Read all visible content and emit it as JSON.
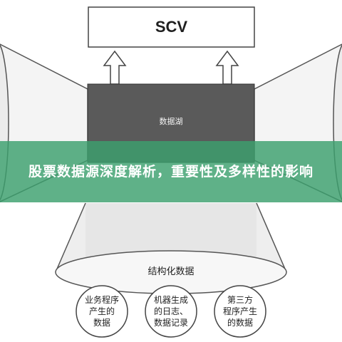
{
  "diagram": {
    "top_box": {
      "label": "SCV"
    },
    "middle_box": {
      "label": "数据湖"
    },
    "structured": {
      "label": "结构化数据"
    },
    "sources": [
      {
        "line1": "业务程序",
        "line2": "产生的",
        "line3": "数据"
      },
      {
        "line1": "机器生成",
        "line2": "的日志、",
        "line3": "数据记录"
      },
      {
        "line1": "第三方",
        "line2": "程序产生",
        "line3": "的数据"
      }
    ],
    "colors": {
      "lake_fill": "#5a5a5a",
      "cone_stroke": "#555555",
      "banner": "#3ca06e"
    }
  },
  "banner": {
    "title": "股票数据源深度解析，重要性及多样性的影响"
  }
}
